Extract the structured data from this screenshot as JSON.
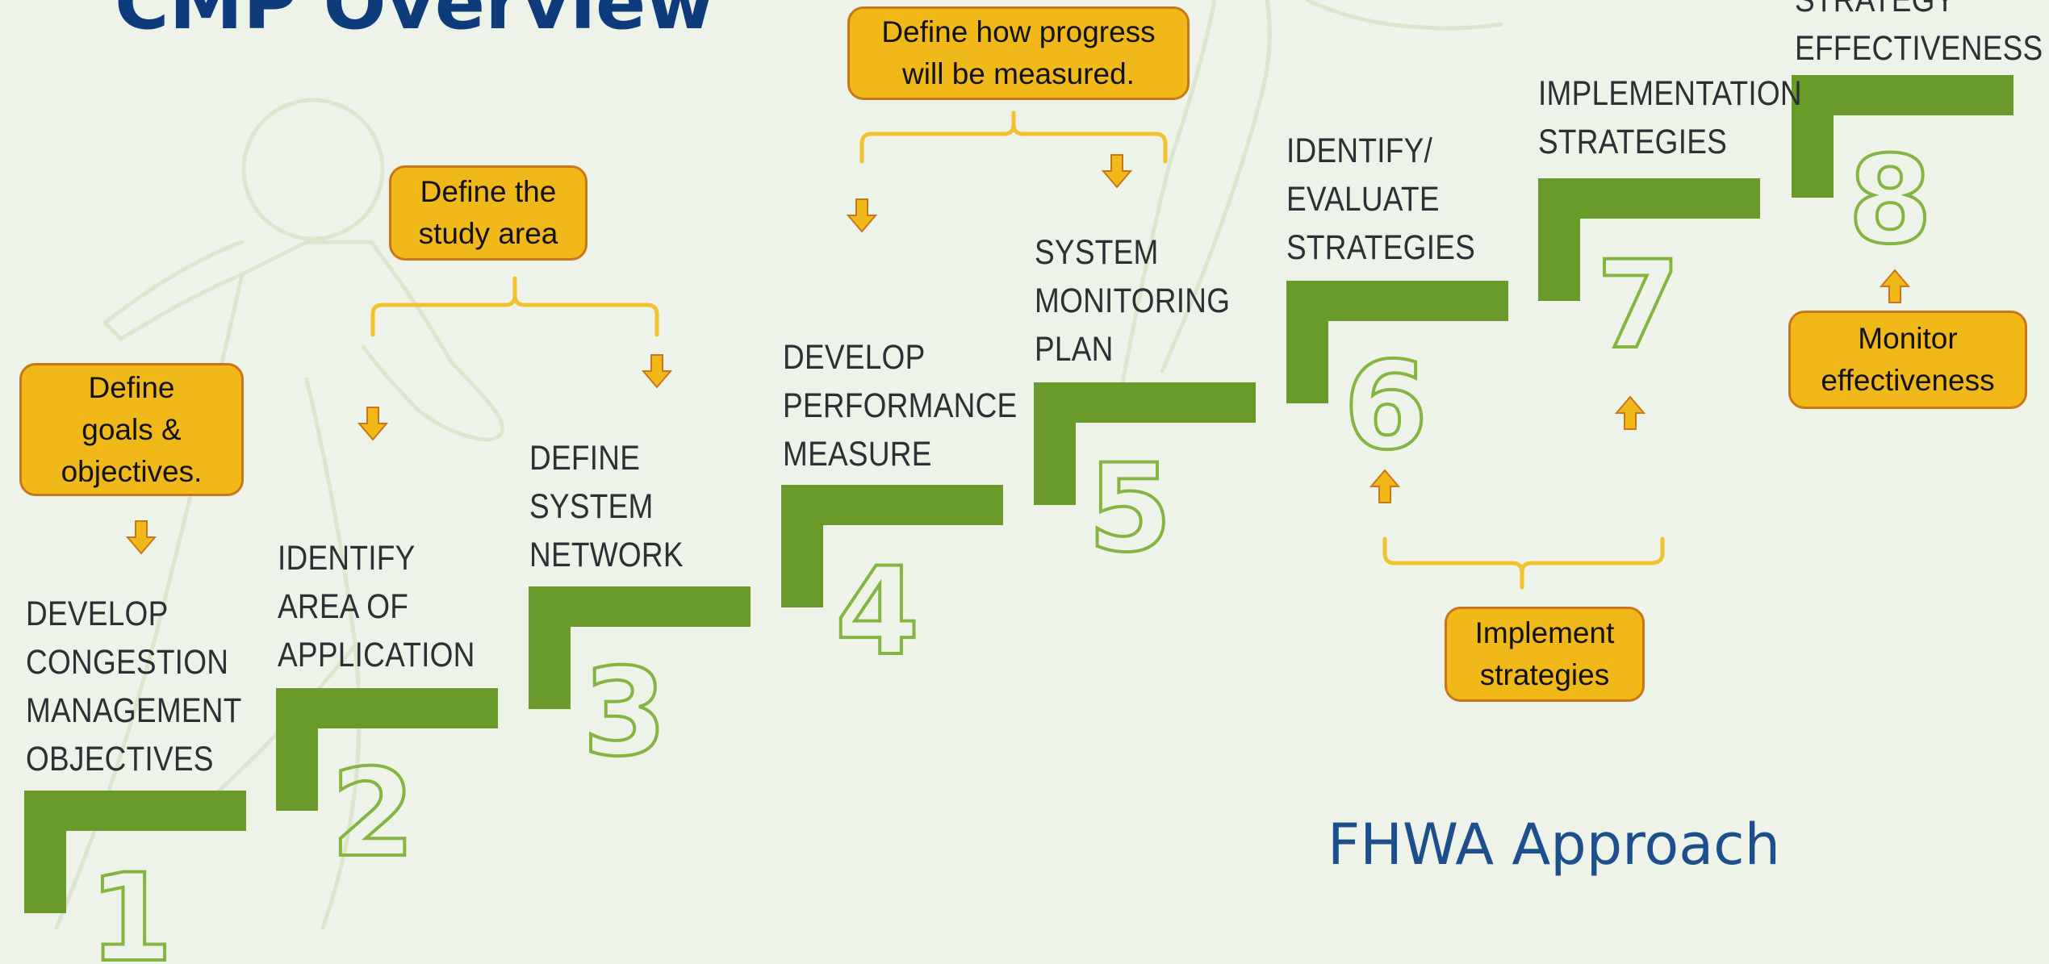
{
  "header": {
    "title": "CMP Overview"
  },
  "footer": {
    "subtitle": "FHWA Approach"
  },
  "colors": {
    "step_green": "#6a9a2a",
    "numeral_outline": "#84b542",
    "callout_fill": "#f0b818",
    "callout_border": "#c8761a",
    "bracket": "#f2c12e",
    "arrow": "#f0b818",
    "silhouette": "#dbe6cc"
  },
  "steps": [
    {
      "number": "1",
      "label": "DEVELOP\nCONGESTION\nMANAGEMENT\nOBJECTIVES"
    },
    {
      "number": "2",
      "label": "IDENTIFY\nAREA OF\nAPPLICATION"
    },
    {
      "number": "3",
      "label": "DEFINE\nSYSTEM\nNETWORK"
    },
    {
      "number": "4",
      "label": "DEVELOP\nPERFORMANCE\nMEASURE"
    },
    {
      "number": "5",
      "label": "SYSTEM\nMONITORING\nPLAN"
    },
    {
      "number": "6",
      "label": "IDENTIFY/\nEVALUATE\nSTRATEGIES"
    },
    {
      "number": "7",
      "label": "IMPLEMENTATION\nSTRATEGIES"
    },
    {
      "number": "8",
      "label": "STRATEGY\nEFFECTIVENESS"
    }
  ],
  "callouts": {
    "goals": "Define\ngoals &\nobjectives.",
    "study_area": "Define the\nstudy area",
    "progress": "Define how progress\nwill be measured.",
    "implement": "Implement\nstrategies",
    "monitor": "Monitor\neffectiveness"
  },
  "icons": {
    "arrow_down": "down-arrow-icon",
    "arrow_up": "up-arrow-icon",
    "person": "walking-person-icon"
  }
}
